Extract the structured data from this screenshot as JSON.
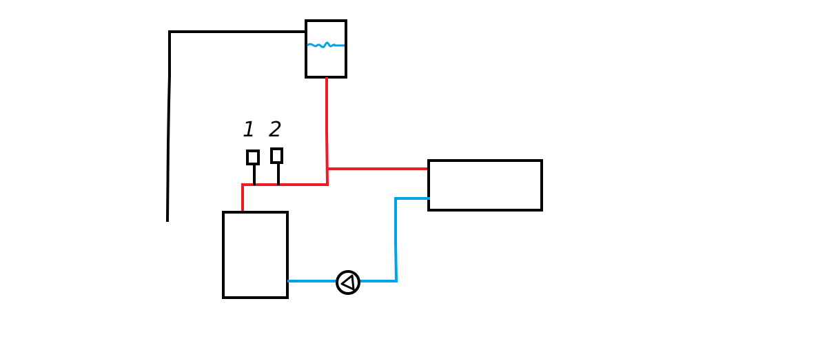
{
  "diagram": {
    "type": "hand-drawn heating/hydraulic schematic",
    "colors": {
      "outline": "#000000",
      "supply_pipe": "#ed1c24",
      "return_pipe": "#00a2e8",
      "water_level": "#00a2e8",
      "background": "#ffffff"
    },
    "components": {
      "expansion_tank": {
        "label": "",
        "has_water_level": true
      },
      "boiler": {
        "label": ""
      },
      "radiator": {
        "label": ""
      },
      "pump": {
        "label": ""
      },
      "sensor_1": {
        "label": "1"
      },
      "sensor_2": {
        "label": "2"
      },
      "vent_line": {
        "label": ""
      }
    },
    "connections": [
      {
        "from": "expansion_tank",
        "to": "supply_junction",
        "type": "supply"
      },
      {
        "from": "boiler",
        "to": "supply_junction",
        "type": "supply"
      },
      {
        "from": "supply_junction",
        "to": "radiator",
        "type": "supply"
      },
      {
        "from": "radiator",
        "to": "pump",
        "type": "return"
      },
      {
        "from": "pump",
        "to": "boiler",
        "type": "return"
      },
      {
        "from": "expansion_tank",
        "to": "vent_line",
        "type": "overflow"
      }
    ]
  }
}
